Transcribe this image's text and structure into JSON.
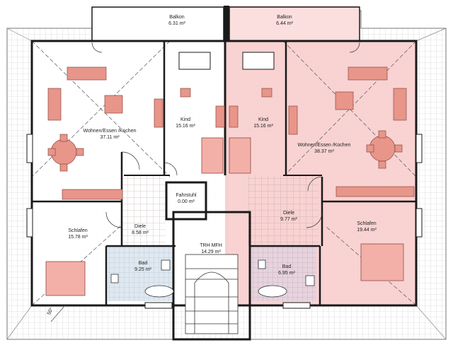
{
  "rooms": {
    "balkon_left": {
      "name": "Balkon",
      "area": "6.31 m²"
    },
    "balkon_right": {
      "name": "Balkon",
      "area": "6.44 m²"
    },
    "kind_left": {
      "name": "Kind",
      "area": "15.16 m²"
    },
    "kind_right": {
      "name": "Kind",
      "area": "15.16 m²"
    },
    "wohnen_left": {
      "name": "Wohnen/Essen /Kochen",
      "area": "37.11 m²"
    },
    "wohnen_right": {
      "name": "Wohnen/Essen /Kochen",
      "area": "38.37 m²"
    },
    "fahrstuhl": {
      "name": "Fahrstuhl",
      "area": "0.00 m²"
    },
    "diele_left": {
      "name": "Diele",
      "area": "8.58 m²"
    },
    "diele_right": {
      "name": "Diele",
      "area": "9.77 m²"
    },
    "schlafen_left": {
      "name": "Schlafen",
      "area": "15.78 m²"
    },
    "schlafen_right": {
      "name": "Schlafen",
      "area": "19.44 m²"
    },
    "trh": {
      "name": "TRH MFH",
      "area": "14.29 m²"
    },
    "bad_left": {
      "name": "Bad",
      "area": "9.25 m²"
    },
    "bad_right": {
      "name": "Bad",
      "area": "6.95 m²"
    }
  },
  "roof_angle": "50°",
  "colors": {
    "right_unit_fill": "#f7c9c9",
    "bath_left_fill": "#dfe8f0",
    "bath_right_fill": "#e6d3dd",
    "furniture": "#e8958a",
    "wall": "#1a1a1a"
  }
}
